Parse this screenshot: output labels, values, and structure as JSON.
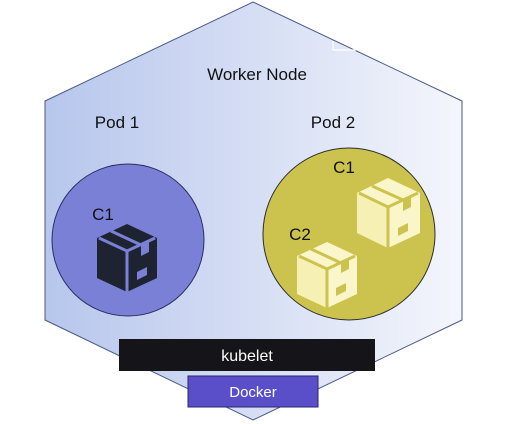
{
  "node": {
    "title": "Worker Node"
  },
  "pods": [
    {
      "label": "Pod 1",
      "containers": [
        {
          "label": "C1"
        }
      ]
    },
    {
      "label": "Pod 2",
      "containers": [
        {
          "label": "C1"
        },
        {
          "label": "C2"
        }
      ]
    }
  ],
  "components": {
    "kubelet": "kubelet",
    "runtime": "Docker"
  },
  "colors": {
    "node_fill_left": "#b7c6ec",
    "node_fill_right": "#f4f6fc",
    "node_stroke": "#4a5a8a",
    "pod1_fill": "#7a80d6",
    "pod2_fill": "#ccc34f",
    "kubelet_bar": "#141419",
    "docker_bar": "#5b4fc9",
    "dark_box": "#1e2331",
    "light_box": "#fbf6c9"
  },
  "icons": {
    "container_box": "package-box-icon"
  }
}
